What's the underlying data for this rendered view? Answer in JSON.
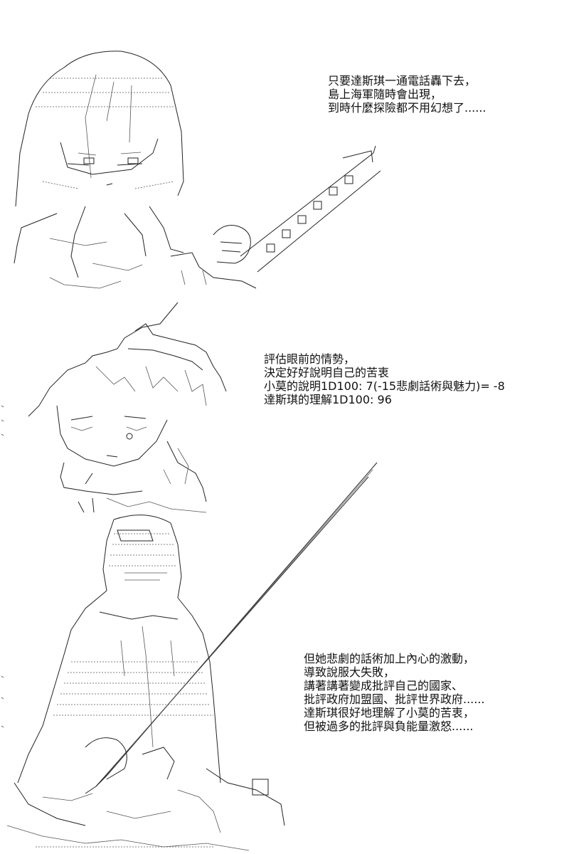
{
  "panels": [
    {
      "lines": [
        "只要達斯琪一通電話轟下去，",
        "島上海軍隨時會出現，",
        "到時什麼探險都不用幻想了......"
      ]
    },
    {
      "lines": [
        "評估眼前的情勢，",
        "決定好好說明自己的苦衷",
        "小莫的說明1D100: 7(-15悲劇話術與魅力)= -8",
        "達斯琪的理解1D100: 96"
      ]
    },
    {
      "lines": [
        "但她悲劇的話術加上內心的激動，",
        "導致說服大失敗，",
        "講著講著變成批評自己的國家、",
        "批評政府加盟國、批評世界政府......",
        "達斯琪很好地理解了小莫的苦衷，",
        "但被過多的批評與負能量激怒......"
      ]
    }
  ],
  "art": {
    "panel_1_figure": "swordswoman-with-katana-ascii-art",
    "panel_2_figure": "spiky-haired-boy-ascii-art",
    "panel_3_figure": "swordswoman-drawing-blade-ascii-art"
  }
}
